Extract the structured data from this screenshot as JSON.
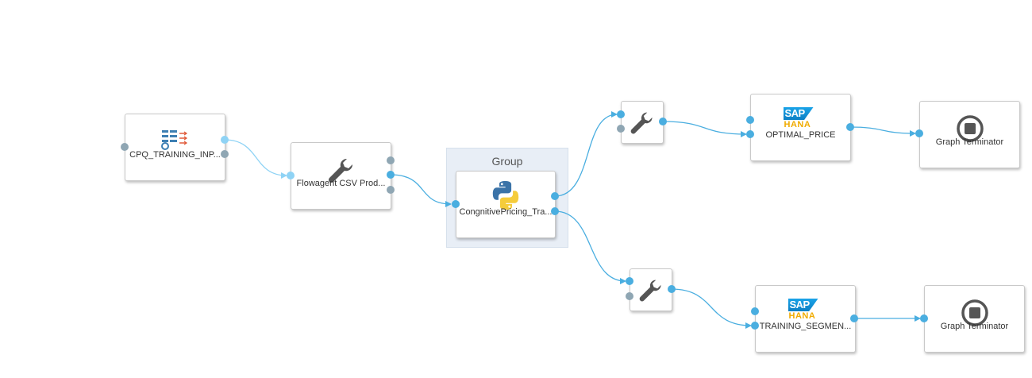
{
  "group": {
    "title": "Group"
  },
  "nodes": {
    "cpq_input": {
      "label": "CPQ_TRAINING_INP...",
      "icon": "table-list-icon"
    },
    "flowagent": {
      "label": "Flowagent CSV Prod...",
      "icon": "wrench-icon"
    },
    "python": {
      "label": "CongnitivePricing_Tra...",
      "icon": "python-icon"
    },
    "wrench_top": {
      "icon": "wrench-icon"
    },
    "wrench_bottom": {
      "icon": "wrench-icon"
    },
    "hana_optimal": {
      "label": "OPTIMAL_PRICE",
      "icon": "sap-hana-logo",
      "logo_top": "SAP",
      "logo_bottom": "HANA"
    },
    "hana_training": {
      "label": "TRAINING_SEGMEN...",
      "icon": "sap-hana-logo",
      "logo_top": "SAP",
      "logo_bottom": "HANA"
    },
    "terminator_top": {
      "label": "Graph Terminator",
      "icon": "stop-icon"
    },
    "terminator_bottom": {
      "label": "Graph Terminator",
      "icon": "stop-icon"
    }
  },
  "colors": {
    "port_active": "#4aaee0",
    "port_light": "#8fd3f5",
    "port_inactive": "#8fa6b3",
    "edge": "#4aaee0",
    "icon_gray": "#555555"
  }
}
